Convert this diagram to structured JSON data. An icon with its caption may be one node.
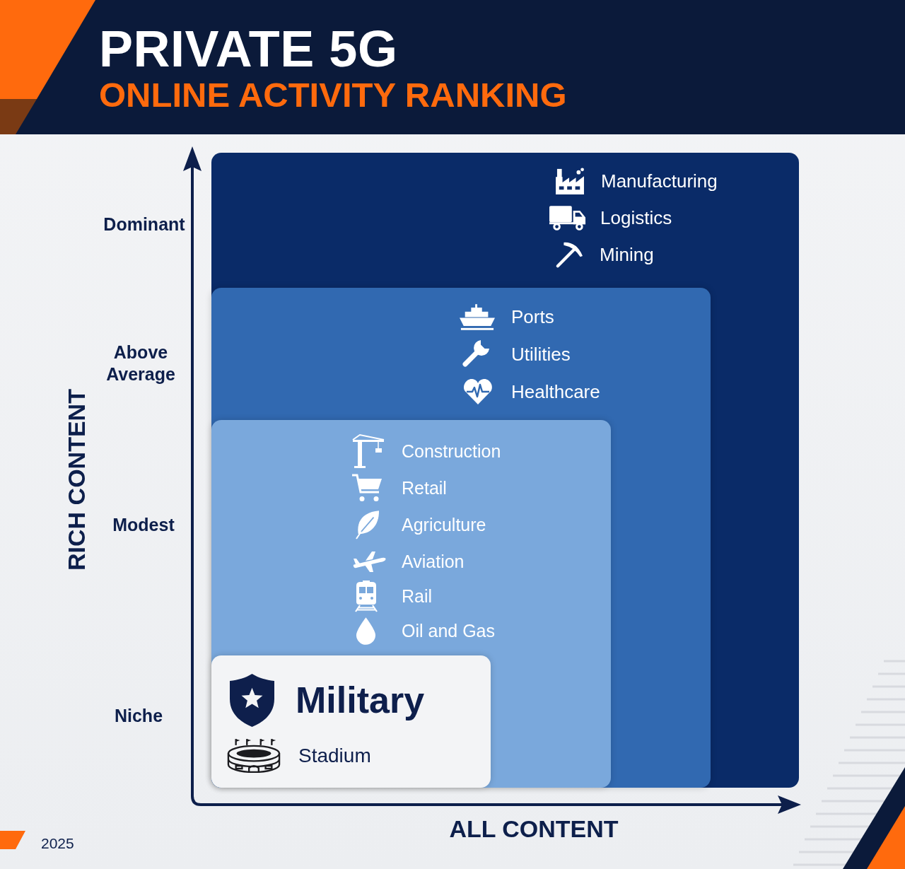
{
  "diagram": {
    "title": "PRIVATE 5G",
    "nodes": [
      {
        "text": [
          "Manufacturing",
          "Logistics",
          "Mining"
        ]
      },
      {
        "text": [
          "Ports",
          "Utilities",
          "Healthcare"
        ],
        "in": 0
      },
      {
        "text": [
          "Construction",
          "Retail",
          "Agriculture",
          "Aviation",
          "Rail",
          "Oil and Gas"
        ],
        "in": 1
      },
      {
        "text": [
          "Military",
          "Stadium"
        ],
        "in": 2
      }
    ],
    "labels": [
      "ONLINE ACTIVITY RANKING",
      "Dominant",
      "Above Average",
      "Modest",
      "Niche",
      "RICH CONTENT",
      "ALL CONTENT",
      "2025"
    ]
  }
}
